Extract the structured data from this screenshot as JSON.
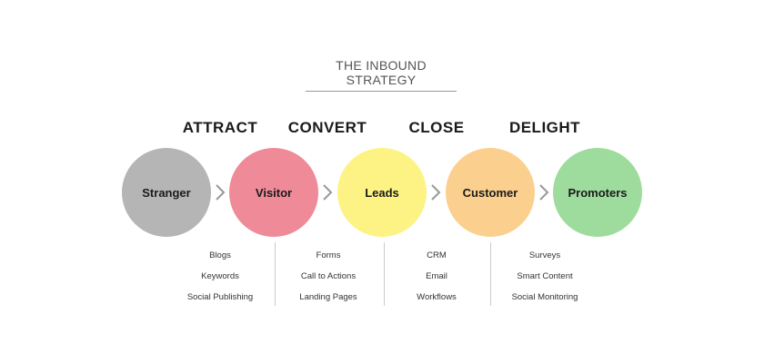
{
  "title": "THE INBOUND STRATEGY",
  "stages": [
    "ATTRACT",
    "CONVERT",
    "CLOSE",
    "DELIGHT"
  ],
  "circles": [
    {
      "label": "Stranger",
      "color": "#b5b5b5"
    },
    {
      "label": "Visitor",
      "color": "#ef8a98"
    },
    {
      "label": "Leads",
      "color": "#fdf384"
    },
    {
      "label": "Customer",
      "color": "#fbd08e"
    },
    {
      "label": "Promoters",
      "color": "#9ddc9c"
    }
  ],
  "lists": [
    [
      "Blogs",
      "Keywords",
      "Social Publishing"
    ],
    [
      "Forms",
      "Call to Actions",
      "Landing Pages"
    ],
    [
      "CRM",
      "Email",
      "Workflows"
    ],
    [
      "Surveys",
      "Smart Content",
      "Social Monitoring"
    ]
  ]
}
